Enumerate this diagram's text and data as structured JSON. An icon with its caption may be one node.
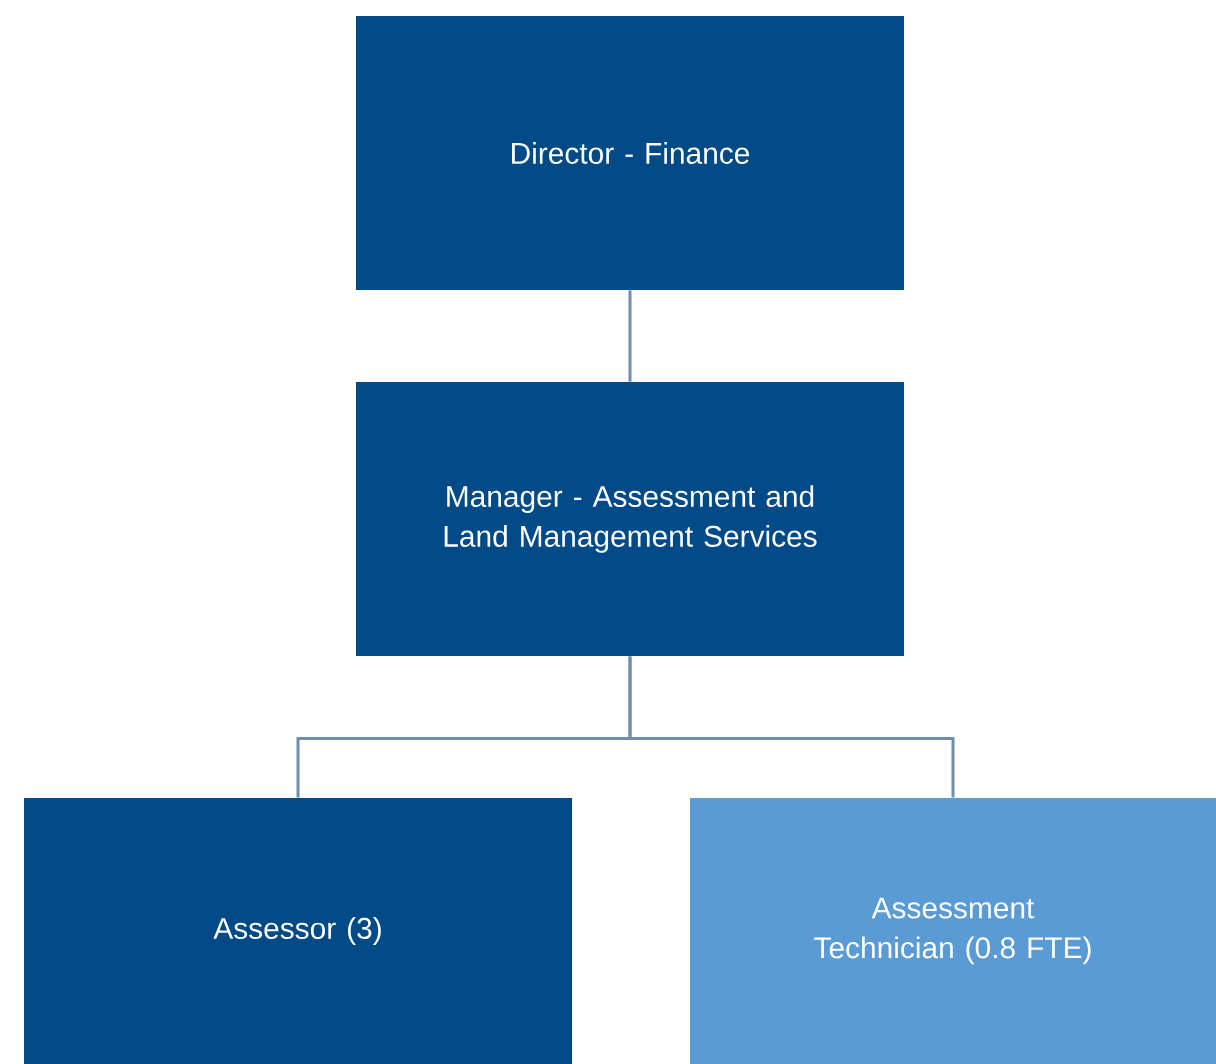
{
  "diagram": {
    "nodes": [
      {
        "text": [
          "Director - Finance"
        ]
      },
      {
        "text": [
          "Manager - Assessment and Land Management Services"
        ]
      },
      {
        "text": [
          "Assessor (3)"
        ]
      },
      {
        "text": [
          "Assessment Technician (0.8 FTE)"
        ]
      }
    ],
    "edges": [
      {
        "from": 0,
        "to": 1,
        "arrow": "none"
      },
      {
        "from": 1,
        "to": 2,
        "arrow": "none"
      },
      {
        "from": 1,
        "to": 3,
        "arrow": "none"
      }
    ]
  }
}
